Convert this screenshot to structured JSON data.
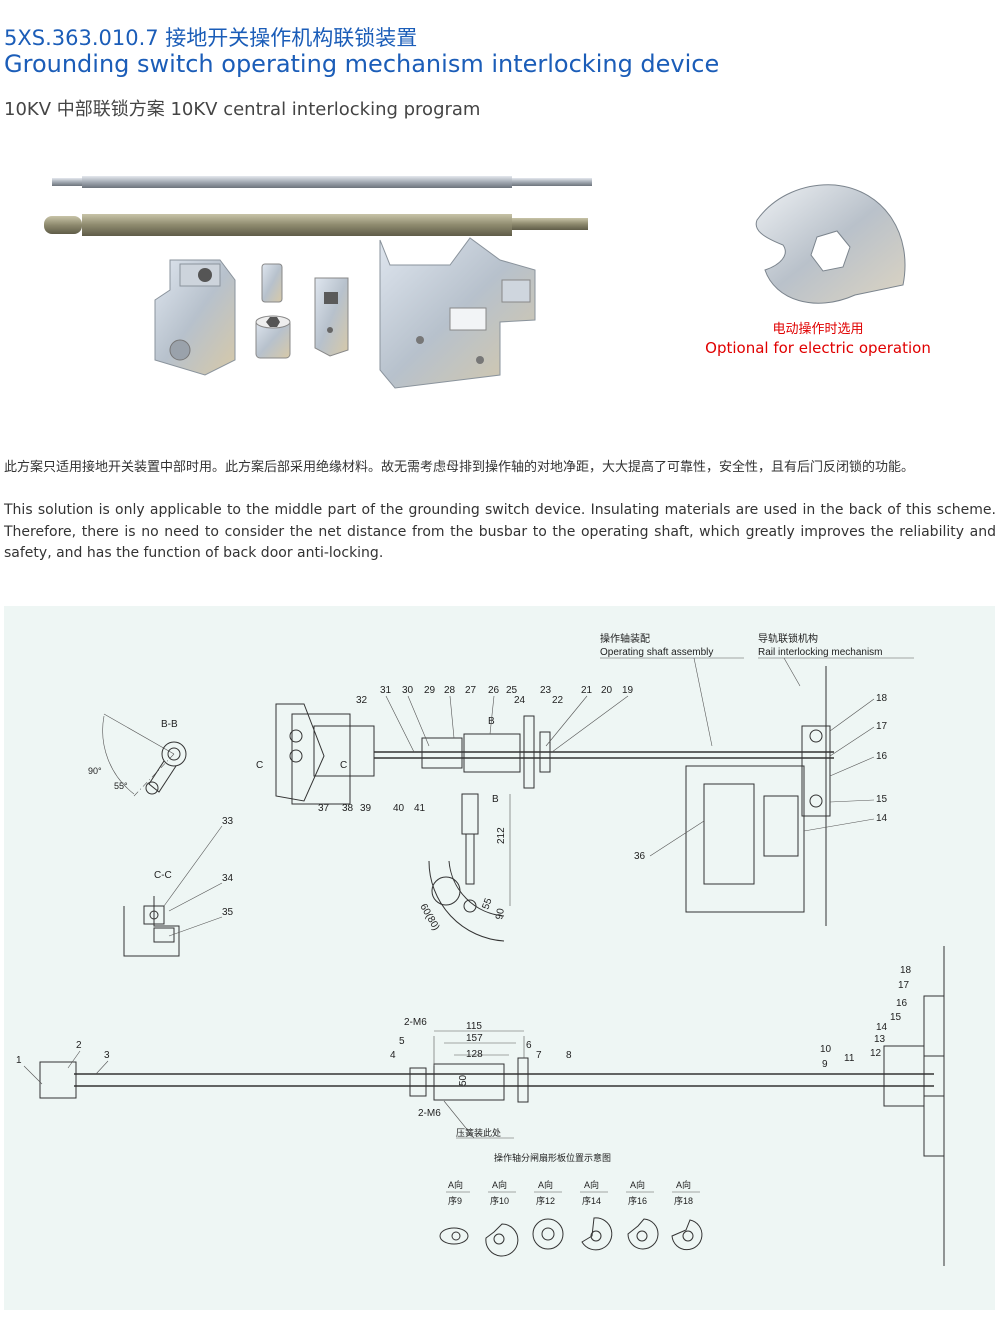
{
  "header": {
    "title_cn": "5XS.363.010.7 接地开关操作机构联锁装置",
    "title_en": "Grounding switch operating mechanism interlocking device",
    "subtitle": "10KV 中部联锁方案 10KV central interlocking program"
  },
  "photo": {
    "caption_cn": "电动操作时选用",
    "caption_en": "Optional for electric operation",
    "caption_color": "#e00000"
  },
  "description": {
    "cn": "此方案只适用接地开关装置中部时用。此方案后部采用绝缘材料。故无需考虑母排到操作轴的对地净距，大大提高了可靠性，安全性，且有后门反闭锁的功能。",
    "en": "This solution is only applicable to the middle part of the grounding switch device. Insulating materials are used in the back of this scheme. Therefore, there is no need to consider the net distance from the busbar to the operating shaft, which greatly improves the reliability and safety, and has the function of back door anti-locking."
  },
  "drawing": {
    "label_shaft_cn": "操作轴装配",
    "label_shaft_en": "Operating shaft assembly",
    "label_rail_cn": "导轨联锁机构",
    "label_rail_en": "Rail interlocking mechanism",
    "section_bb": "B-B",
    "section_cc": "C-C",
    "angle_90": "90°",
    "angle_55": "55°",
    "dim_212": "212",
    "dim_55": "55",
    "dim_90": "90",
    "dim_60": "60(80)",
    "dim_115": "115",
    "dim_157": "157",
    "dim_128": "128",
    "dim_50": "50",
    "m6_top": "2-M6",
    "m6_bottom": "2-M6",
    "spring_note": "压簧装此处",
    "fan_plate_title": "操作轴分闸扇形板位置示意图",
    "letter_b_top": "B",
    "letter_b_bottom": "B",
    "letter_c_left": "C",
    "letter_c_right": "C",
    "top_numbers": [
      "31",
      "30",
      "29",
      "28",
      "27",
      "26",
      "25",
      "24",
      "23",
      "22",
      "21",
      "20",
      "19"
    ],
    "left_numbers": [
      "32",
      "37",
      "38",
      "39",
      "40",
      "41"
    ],
    "right_numbers": [
      "18",
      "17",
      "16",
      "15",
      "14"
    ],
    "cc_numbers": [
      "33",
      "34",
      "35"
    ],
    "mid_number": "36",
    "bottom_numbers": [
      "1",
      "2",
      "3",
      "4",
      "5",
      "6",
      "7",
      "8",
      "9",
      "10",
      "11",
      "12",
      "13",
      "14",
      "15",
      "16",
      "17",
      "18"
    ],
    "fan_plates": [
      {
        "dir": "A向",
        "seq": "序9"
      },
      {
        "dir": "A向",
        "seq": "序10"
      },
      {
        "dir": "A向",
        "seq": "序12"
      },
      {
        "dir": "A向",
        "seq": "序14"
      },
      {
        "dir": "A向",
        "seq": "序16"
      },
      {
        "dir": "A向",
        "seq": "序18"
      }
    ]
  }
}
